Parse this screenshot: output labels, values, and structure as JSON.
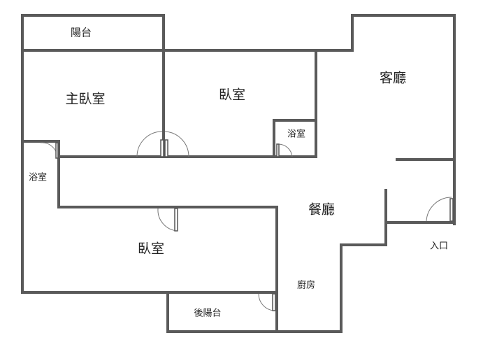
{
  "rooms": {
    "balcony": "陽台",
    "master_bedroom": "主臥室",
    "bedroom_north": "臥室",
    "bathroom_small": "浴室",
    "living_room": "客廳",
    "bathroom_west": "浴室",
    "dining_room": "餐廳",
    "bedroom_south": "臥室",
    "entrance": "入口",
    "kitchen": "廚房",
    "rear_balcony": "後陽台"
  }
}
